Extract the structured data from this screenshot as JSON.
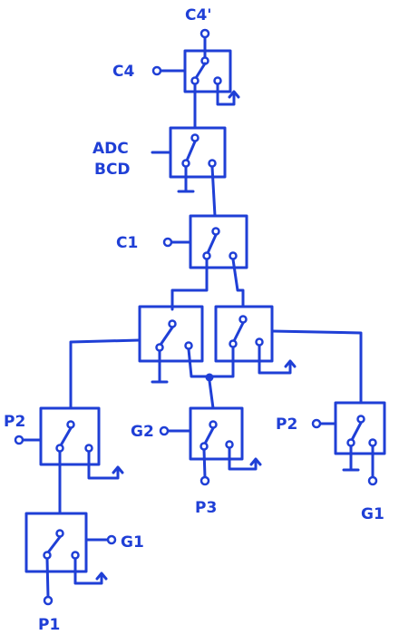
{
  "labels": {
    "c4_prime": "C4'",
    "c4": "C4",
    "adc": "ADC",
    "bcd": "BCD",
    "c1": "C1",
    "p2_left": "P2",
    "g2": "G2",
    "p2_right": "P2",
    "g1_bottom_left": "G1",
    "p3": "P3",
    "g1_right": "G1",
    "p1": "P1"
  },
  "style": {
    "ink": "#1f3fd6",
    "background": "#ffffff"
  }
}
